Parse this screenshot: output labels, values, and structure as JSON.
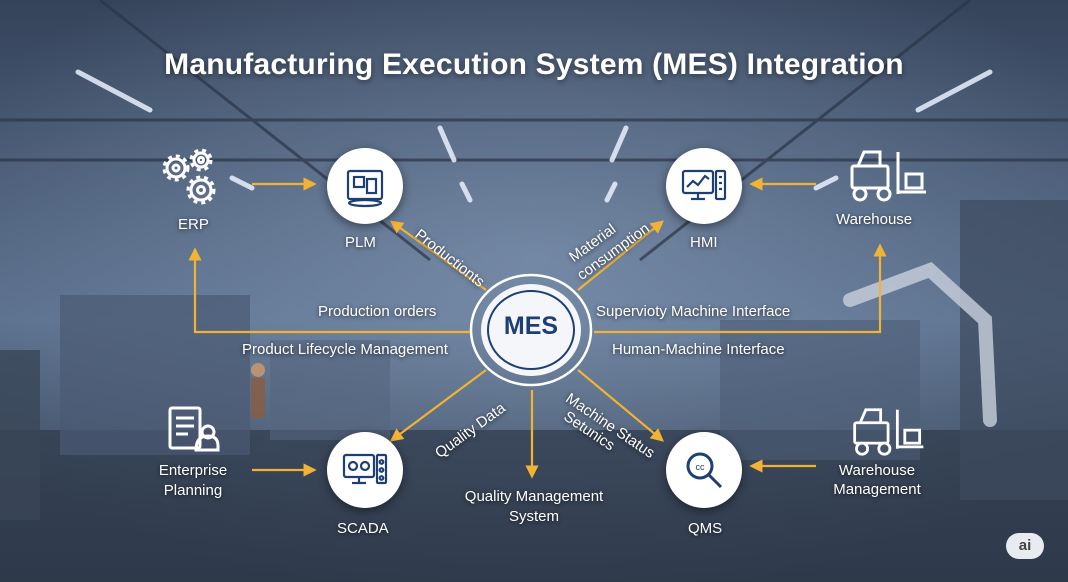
{
  "title": "Manufacturing Execution System (MES) Integration",
  "center": "MES",
  "accent_color": "#f2b233",
  "nodes": {
    "erp": {
      "label": "ERP",
      "icon": "gears-icon"
    },
    "plm": {
      "label": "PLM",
      "icon": "blueprint-icon"
    },
    "hmi": {
      "label": "HMI",
      "icon": "control-panel-icon"
    },
    "warehouse": {
      "label": "Warehouse",
      "icon": "forklift-icon"
    },
    "enterprise_planning": {
      "label_line1": "Enterprise",
      "label_line2": "Planning",
      "icon": "planning-board-icon"
    },
    "scada": {
      "label": "SCADA",
      "icon": "monitor-icon"
    },
    "qms": {
      "label": "QMS",
      "icon": "magnifier-icon"
    },
    "warehouse_management": {
      "label_line1": "Warehouse",
      "label_line2": "Management",
      "icon": "forklift-icon"
    }
  },
  "flows": {
    "products": "Productionts",
    "material_consumption_line1": "Material",
    "material_consumption_line2": "consumption",
    "production_orders": "Production orders",
    "product_lifecycle": "Product Lifecycle Management",
    "supervisory": "Supervioty Machine Interface",
    "human_machine": "Human-Machine Interface",
    "quality_data": "Quality Data",
    "machine_status_line1": "Machine Status",
    "machine_status_line2": "Setunics",
    "qms_full_line1": "Quality Management",
    "qms_full_line2": "System"
  },
  "watermark": "ai"
}
